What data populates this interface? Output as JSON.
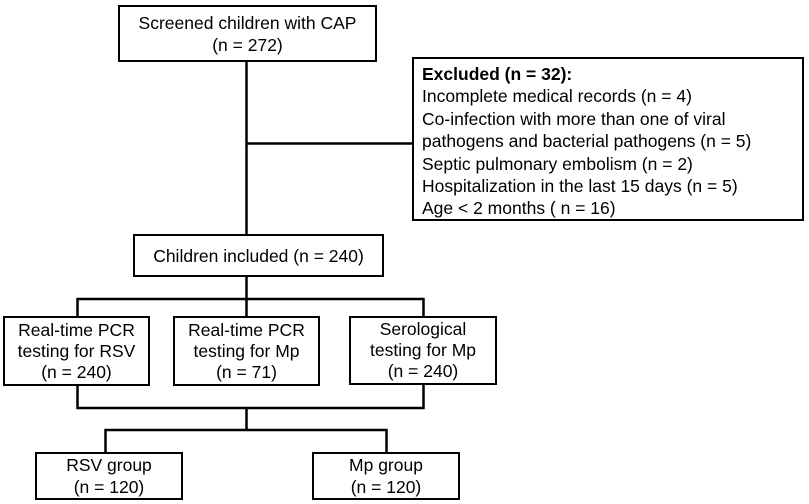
{
  "diagram": {
    "line_color": "#000000",
    "background_color": "#ffffff",
    "boxes": {
      "screened": {
        "lines": [
          "Screened children with CAP",
          "(n = 272)"
        ]
      },
      "excluded": {
        "heading": "Excluded (n = 32):",
        "reasons": [
          "Incomplete medical records (n = 4)",
          "Co-infection with more than one of viral pathogens and bacterial pathogens (n = 5)",
          "Septic pulmonary embolism (n = 2)",
          "Hospitalization in the last 15 days (n = 5)",
          "Age < 2 months ( n = 16)"
        ]
      },
      "included": {
        "lines": [
          "Children included (n = 240)"
        ]
      },
      "rsv_pcr": {
        "lines": [
          "Real-time PCR",
          "testing for RSV",
          "(n = 240)"
        ]
      },
      "mp_pcr": {
        "lines": [
          "Real-time PCR",
          "testing for Mp",
          "(n = 71)"
        ]
      },
      "mp_sero": {
        "lines": [
          "Serological",
          "testing for Mp",
          "(n = 240)"
        ]
      },
      "rsv_group": {
        "lines": [
          "RSV group",
          "(n = 120)"
        ]
      },
      "mp_group": {
        "lines": [
          "Mp group",
          "(n = 120)"
        ]
      }
    }
  }
}
